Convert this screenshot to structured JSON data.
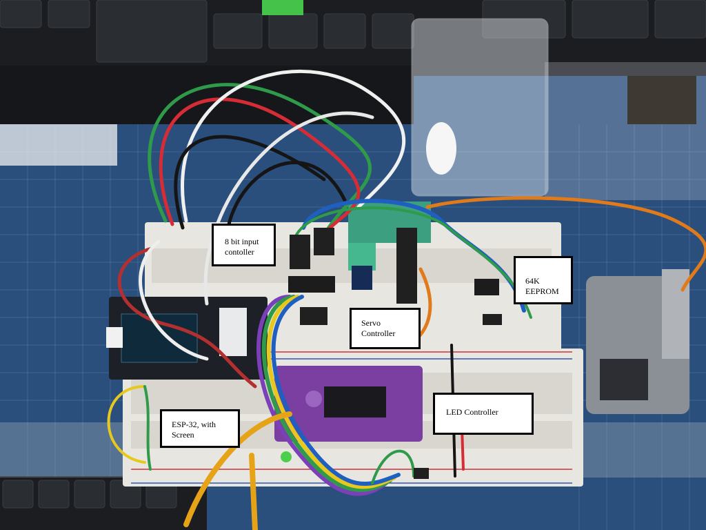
{
  "labels": {
    "input_controller": "8 bit input\ncontoller",
    "servo_controller": "Servo\nController",
    "eeprom": "64K\nEEPROM",
    "esp32": "ESP-32, with\nScreen",
    "led_controller": "LED Controller"
  },
  "colors": {
    "breadboard": "#e8e6e1",
    "mat_blue": "#2c5a8c",
    "pcb_purple": "#7a3fa0",
    "keyboard": "#1b1d20"
  }
}
